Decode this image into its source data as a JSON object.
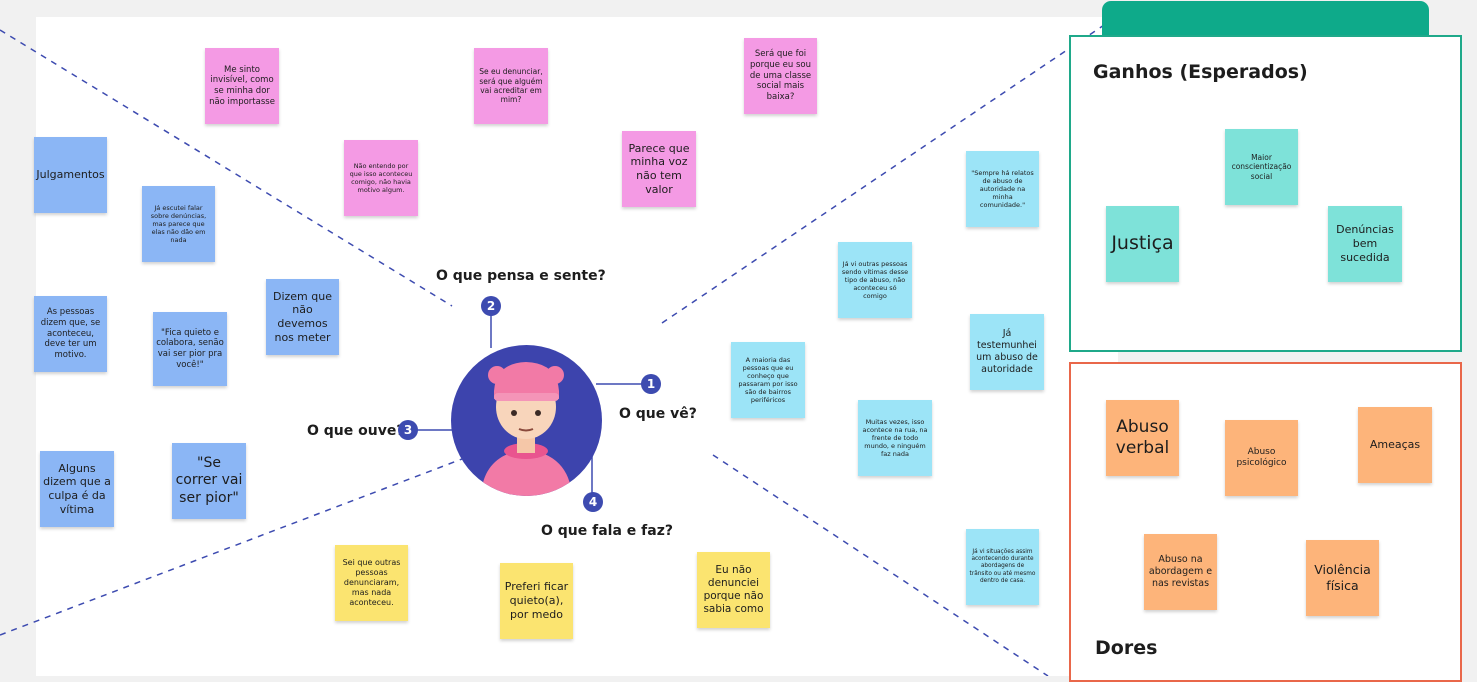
{
  "sections": {
    "pensa_sente": "O que pensa e sente?",
    "ve": "O que vê?",
    "ouve": "O que ouve?",
    "fala_faz": "O que fala e faz?"
  },
  "badges": [
    "1",
    "2",
    "3",
    "4"
  ],
  "colors": {
    "pink": "#f49ae4",
    "blue": "#8bb6f5",
    "cyan": "#9ce4f7",
    "yellow": "#fbe470",
    "teal": "#7ee2d9",
    "orange": "#fdb47a",
    "badge": "#3d4bb0",
    "gains_border": "#1fa98a",
    "pains_border": "#e9674a",
    "dashed_line": "#3d4bb0"
  },
  "pink_notes": [
    "Me sinto invisível, como se minha dor não importasse",
    "Se eu denunciar, será que alguém vai acreditar em mim?",
    "Será que foi porque eu sou de uma classe social mais baixa?",
    "Não entendo por que isso aconteceu comigo, não havia motivo algum.",
    "Parece que minha voz não tem valor"
  ],
  "blue_notes": [
    "Julgamentos",
    "Já escutei falar sobre denúncias, mas parece que elas não dão em nada",
    "As pessoas dizem que, se aconteceu, deve ter um motivo.",
    "\"Fica quieto e colabora, senão vai ser pior pra você!\"",
    "Dizem que não devemos nos meter",
    "Alguns dizem que a culpa é da vítima",
    "\"Se correr vai ser pior\""
  ],
  "cyan_notes": [
    "\"Sempre há relatos de abuso de autoridade na minha comunidade.\"",
    "Já vi outras pessoas sendo vítimas desse tipo de abuso, não aconteceu só comigo",
    "A maioria das pessoas que eu conheço que passaram por isso são de bairros periféricos",
    "Já testemunhei um abuso de autoridade",
    "Muitas vezes, isso acontece na rua, na frente de todo mundo, e ninguém faz nada",
    "Já vi situações assim acontecendo durante abordagens de trânsito ou até mesmo dentro de casa."
  ],
  "yellow_notes": [
    "Sei que outras pessoas denunciaram, mas nada aconteceu.",
    "Preferi ficar quieto(a), por medo",
    "Eu não denunciei porque não sabia como"
  ],
  "gains": {
    "title": "Ganhos (Esperados)",
    "notes": [
      "Maior conscientização social",
      "Justiça",
      "Denúncias bem sucedida"
    ]
  },
  "pains": {
    "title": "Dores",
    "notes": [
      "Abuso verbal",
      "Abuso psicológico",
      "Ameaças",
      "Abuso na abordagem e nas revistas",
      "Violência física"
    ]
  }
}
